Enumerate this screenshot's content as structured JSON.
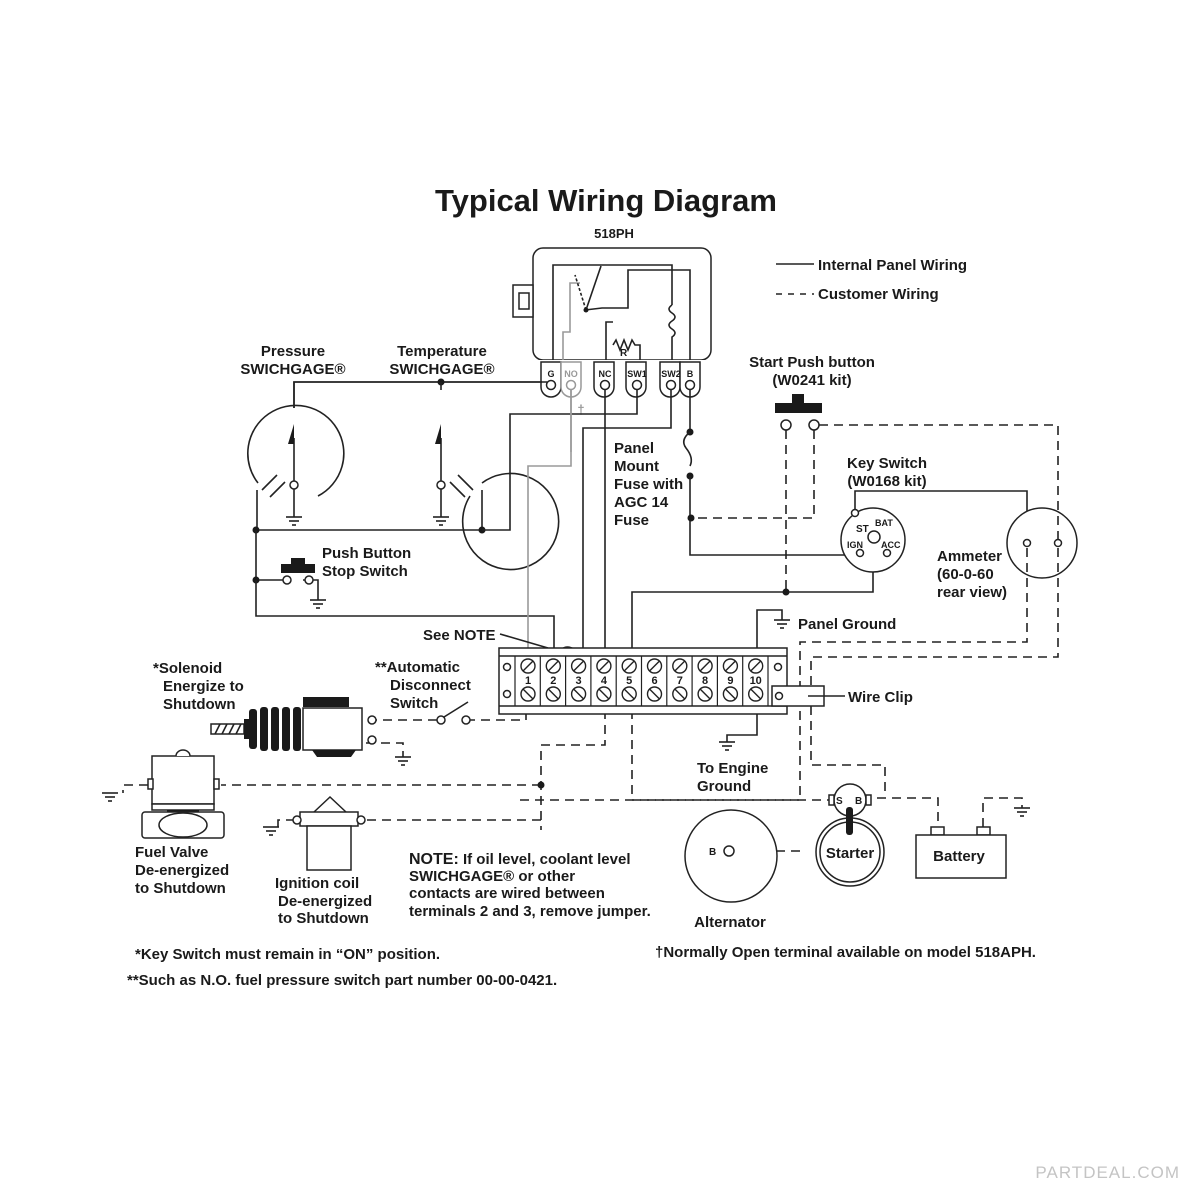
{
  "title": "Typical Wiring Diagram",
  "model": "518PH",
  "legend": {
    "internal": "Internal Panel Wiring",
    "customer": "Customer Wiring"
  },
  "unit_terminals": [
    "G",
    "NO",
    "NC",
    "SW1",
    "SW2",
    "B"
  ],
  "dagger": "†",
  "resistor_label": "R",
  "pressure_gage": {
    "line1": "Pressure",
    "line2": "SWICHGAGE®"
  },
  "temperature_gage": {
    "line1": "Temperature",
    "line2": "SWICHGAGE®"
  },
  "start_button": {
    "line1": "Start Push button",
    "line2": "(W0241 kit)"
  },
  "fuse": {
    "lines": [
      "Panel",
      "Mount",
      "Fuse with",
      "AGC 14",
      "Fuse"
    ]
  },
  "key_switch": {
    "line1": "Key Switch",
    "line2": "(W0168 kit)",
    "terminals": [
      "ST",
      "BAT",
      "IGN",
      "ACC"
    ]
  },
  "ammeter": {
    "line1": "Ammeter",
    "line2": "(60-0-60",
    "line3": "rear view)"
  },
  "stop_switch": {
    "line1": "Push Button",
    "line2": "Stop Switch"
  },
  "panel_ground": "Panel Ground",
  "see_note": "See NOTE",
  "terminal_numbers": [
    "1",
    "2",
    "3",
    "4",
    "5",
    "6",
    "7",
    "8",
    "9",
    "10"
  ],
  "wire_clip": "Wire Clip",
  "solenoid": {
    "line1": "*Solenoid",
    "line2": "Energize to",
    "line3": "Shutdown"
  },
  "auto_disconnect": {
    "line1": "**Automatic",
    "line2": "Disconnect",
    "line3": "Switch"
  },
  "fuel_valve": {
    "line1": "Fuel Valve",
    "line2": "De-energized",
    "line3": "to Shutdown"
  },
  "ignition_coil": {
    "line1": "Ignition coil",
    "line2": "De-energized",
    "line3": "to Shutdown"
  },
  "engine_ground": {
    "line1": "To Engine",
    "line2": "Ground"
  },
  "alternator": {
    "label": "Alternator",
    "terminal": "B"
  },
  "starter": {
    "label": "Starter",
    "terminals": [
      "S",
      "B"
    ]
  },
  "battery": "Battery",
  "note": {
    "bold": "NOTE:",
    "line1": " If oil level, coolant level",
    "line2": "SWICHGAGE®  or other",
    "line3": "contacts are wired between",
    "line4": "terminals 2 and 3, remove jumper."
  },
  "footnotes": {
    "key": "*Key Switch must remain in “ON” position.",
    "such_as": "**Such as N.O. fuel pressure switch part number 00-00-0421.",
    "normally_open": "†Normally Open terminal available on model 518APH."
  },
  "watermark": "PARTDEAL.COM"
}
